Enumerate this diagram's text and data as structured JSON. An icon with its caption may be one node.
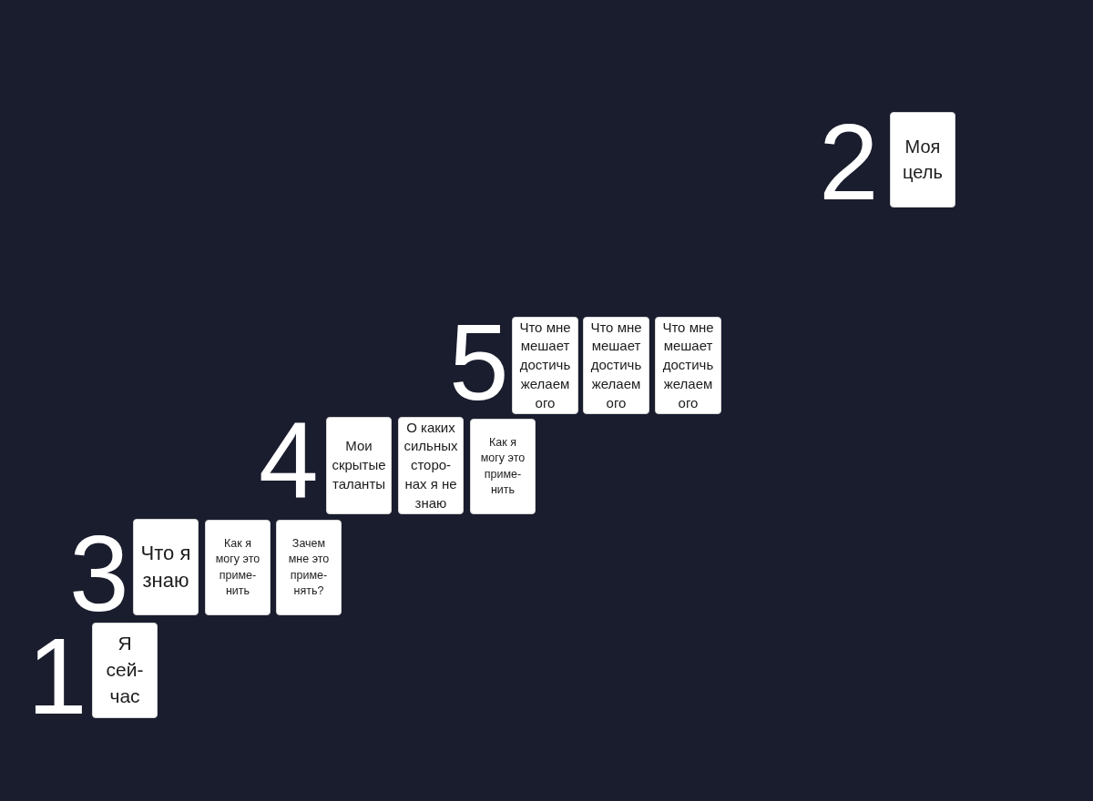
{
  "diagram": {
    "nodes": [
      {
        "text": [
          "Моя цель"
        ]
      },
      {
        "text": [
          "Что мне мешает достичь желаем ого"
        ]
      },
      {
        "text": [
          "Что мне мешает достичь желаем ого"
        ]
      },
      {
        "text": [
          "Что мне мешает достичь желаем ого"
        ]
      },
      {
        "text": [
          "Мои скрытые таланты"
        ]
      },
      {
        "text": [
          "О каких сильных сторо- нах я не знаю"
        ]
      },
      {
        "text": [
          "Как я могу это приме- нить"
        ]
      },
      {
        "text": [
          "Что я знаю"
        ]
      },
      {
        "text": [
          "Как я могу это приме- нить"
        ]
      },
      {
        "text": [
          "Зачем мне это приме- нять?"
        ]
      },
      {
        "text": [
          "Я сей- час"
        ]
      }
    ],
    "labels": [
      "2",
      "5",
      "4",
      "3",
      "1"
    ]
  }
}
